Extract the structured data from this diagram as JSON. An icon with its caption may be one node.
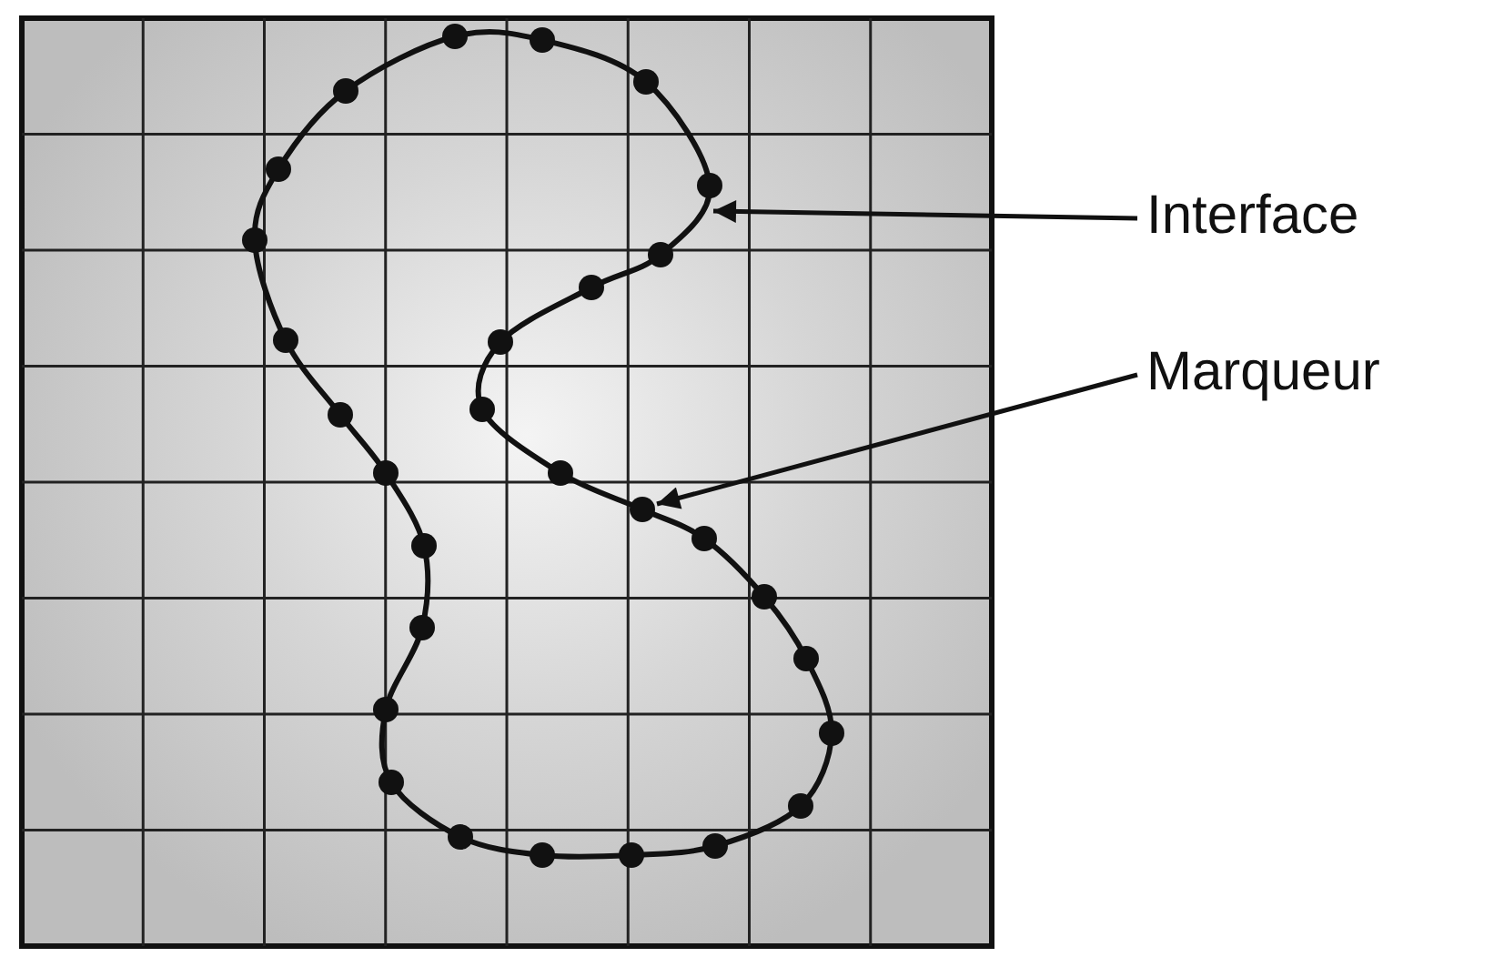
{
  "diagram": {
    "nodes": [
      {
        "text": [
          "Interface"
        ]
      },
      {
        "text": [
          "Marqueur"
        ]
      },
      {
        "text": [],
        "shape": "curve"
      },
      {
        "text": [],
        "shape": "circle"
      }
    ],
    "edges": [
      {
        "from": 0,
        "to": 2,
        "arrow": "to"
      },
      {
        "from": 1,
        "to": 3,
        "arrow": "to"
      }
    ]
  }
}
